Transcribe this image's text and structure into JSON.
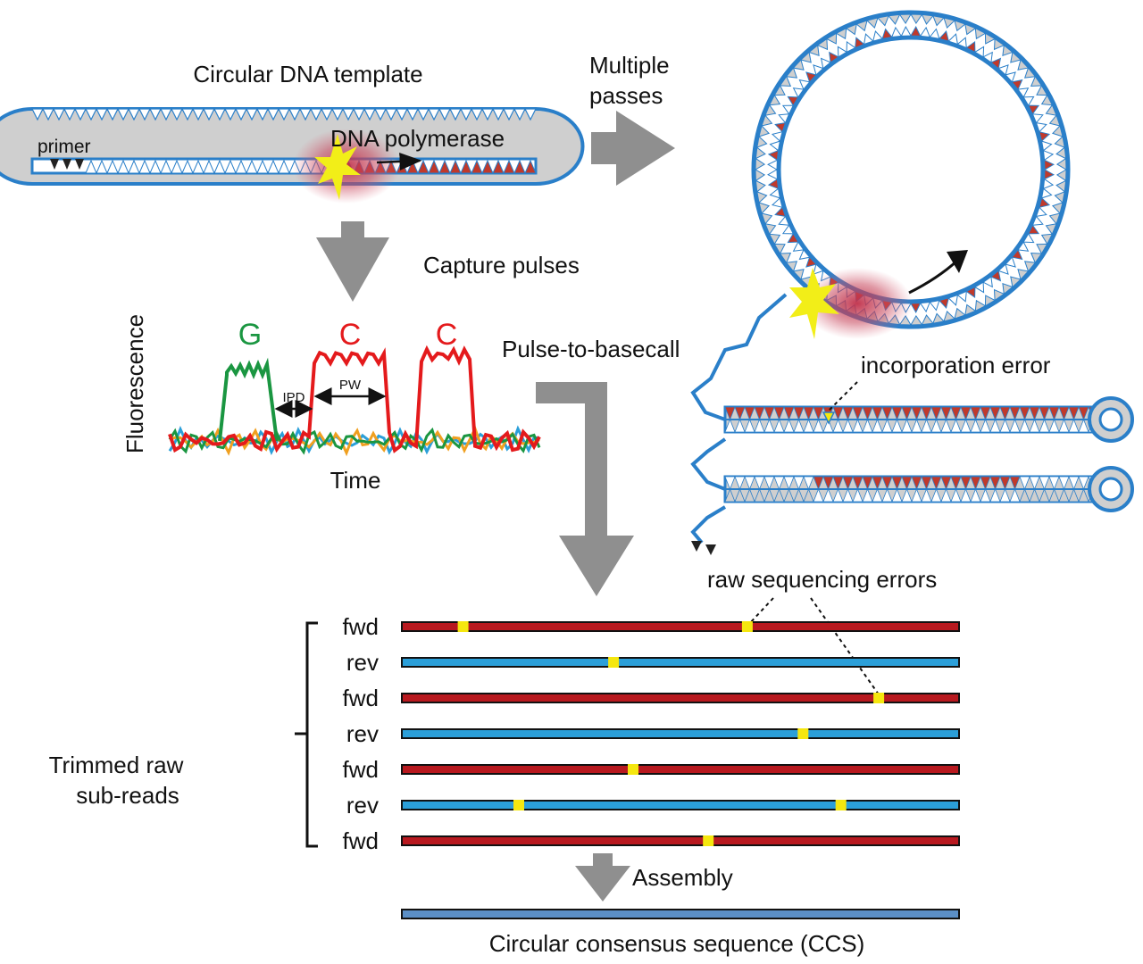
{
  "labels": {
    "template": "Circular DNA template",
    "primer": "primer",
    "polymerase": "DNA polymerase",
    "multiple_passes_line1": "Multiple",
    "multiple_passes_line2": "passes",
    "capture_pulses": "Capture pulses",
    "pulse_to_basecall": "Pulse-to-basecall",
    "incorporation_error": "incorporation error",
    "raw_errors": "raw sequencing errors",
    "trimmed_line1": "Trimmed raw",
    "trimmed_line2": "sub-reads",
    "assembly": "Assembly",
    "ccs": "Circular consensus sequence (CCS)"
  },
  "trace": {
    "ylabel": "Fluorescence",
    "xlabel": "Time",
    "ipd": "IPD",
    "pw": "PW",
    "pulses": [
      {
        "base": "G",
        "color": "#1a9641"
      },
      {
        "base": "C",
        "color": "#e41a1c"
      },
      {
        "base": "C",
        "color": "#e41a1c"
      }
    ]
  },
  "subreads": [
    {
      "dir": "fwd",
      "color": "#b8191f",
      "errors": [
        0.11,
        0.62
      ]
    },
    {
      "dir": "rev",
      "color": "#2b9fd9",
      "errors": [
        0.38
      ]
    },
    {
      "dir": "fwd",
      "color": "#b8191f",
      "errors": [
        0.856
      ]
    },
    {
      "dir": "rev",
      "color": "#2b9fd9",
      "errors": [
        0.72
      ]
    },
    {
      "dir": "fwd",
      "color": "#b8191f",
      "errors": [
        0.415
      ]
    },
    {
      "dir": "rev",
      "color": "#2b9fd9",
      "errors": [
        0.21,
        0.788
      ]
    },
    {
      "dir": "fwd",
      "color": "#b8191f",
      "errors": [
        0.55
      ]
    }
  ],
  "colors": {
    "strand": "#2a7fc9",
    "base_fill": "#cfcfcf",
    "base_red": "#c0392b",
    "arrow_gray": "#8f8f8f",
    "error_mark": "#f5e70f",
    "ccs_fill": "#5b8fc7"
  }
}
